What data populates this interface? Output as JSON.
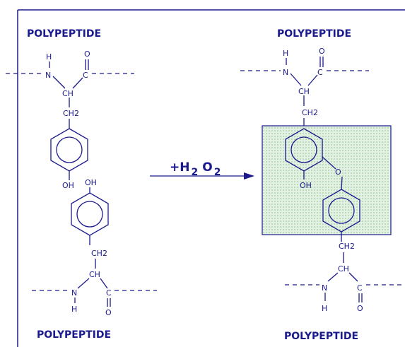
{
  "labels": {
    "polypeptide_top_left": "POLYPEPTIDE",
    "polypeptide_top_right": "POLYPEPTIDE",
    "polypeptide_bottom_left": "POLYPEPTIDE",
    "polypeptide_bottom_right": "POLYPEPTIDE"
  },
  "atoms": {
    "h": "H",
    "n": "N",
    "o": "O",
    "ch": "CH",
    "ch2": "CH2",
    "oh": "OH"
  },
  "reaction": {
    "prefix": "+H",
    "sub1": "2",
    "mid": "O",
    "sub2": "2"
  },
  "colors": {
    "ink": "#1a1a8c",
    "highlight_fill": "#cfe8cf"
  }
}
